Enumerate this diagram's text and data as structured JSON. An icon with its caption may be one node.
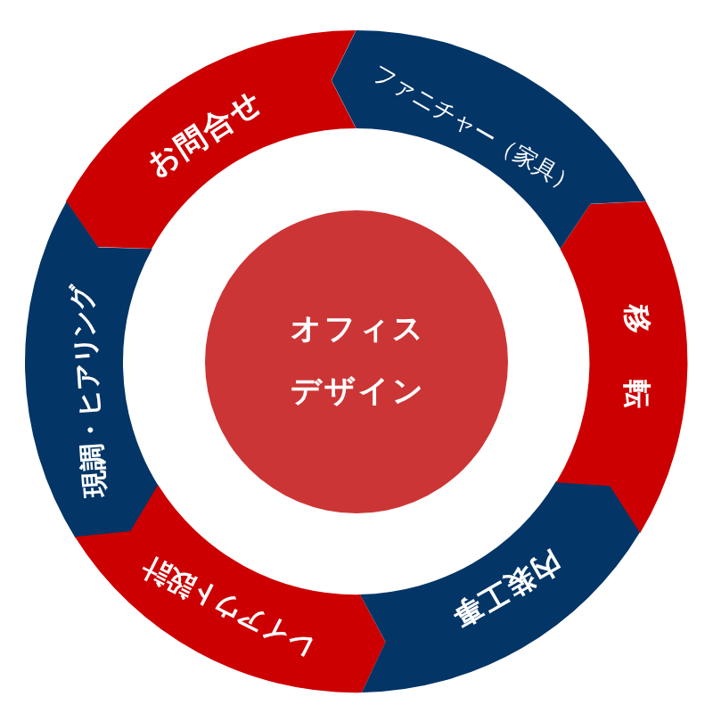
{
  "diagram": {
    "nodes": [
      {
        "text": [
          "お問合せ"
        ]
      },
      {
        "text": [
          "現調・ヒアリング"
        ]
      },
      {
        "text": [
          "レイアウト設計"
        ]
      },
      {
        "text": [
          "内装工事"
        ]
      },
      {
        "text": [
          "移　転"
        ]
      },
      {
        "text": [
          "ファニチャー（家具）"
        ]
      },
      {
        "text": [
          "オフィスデザイン"
        ]
      }
    ]
  }
}
